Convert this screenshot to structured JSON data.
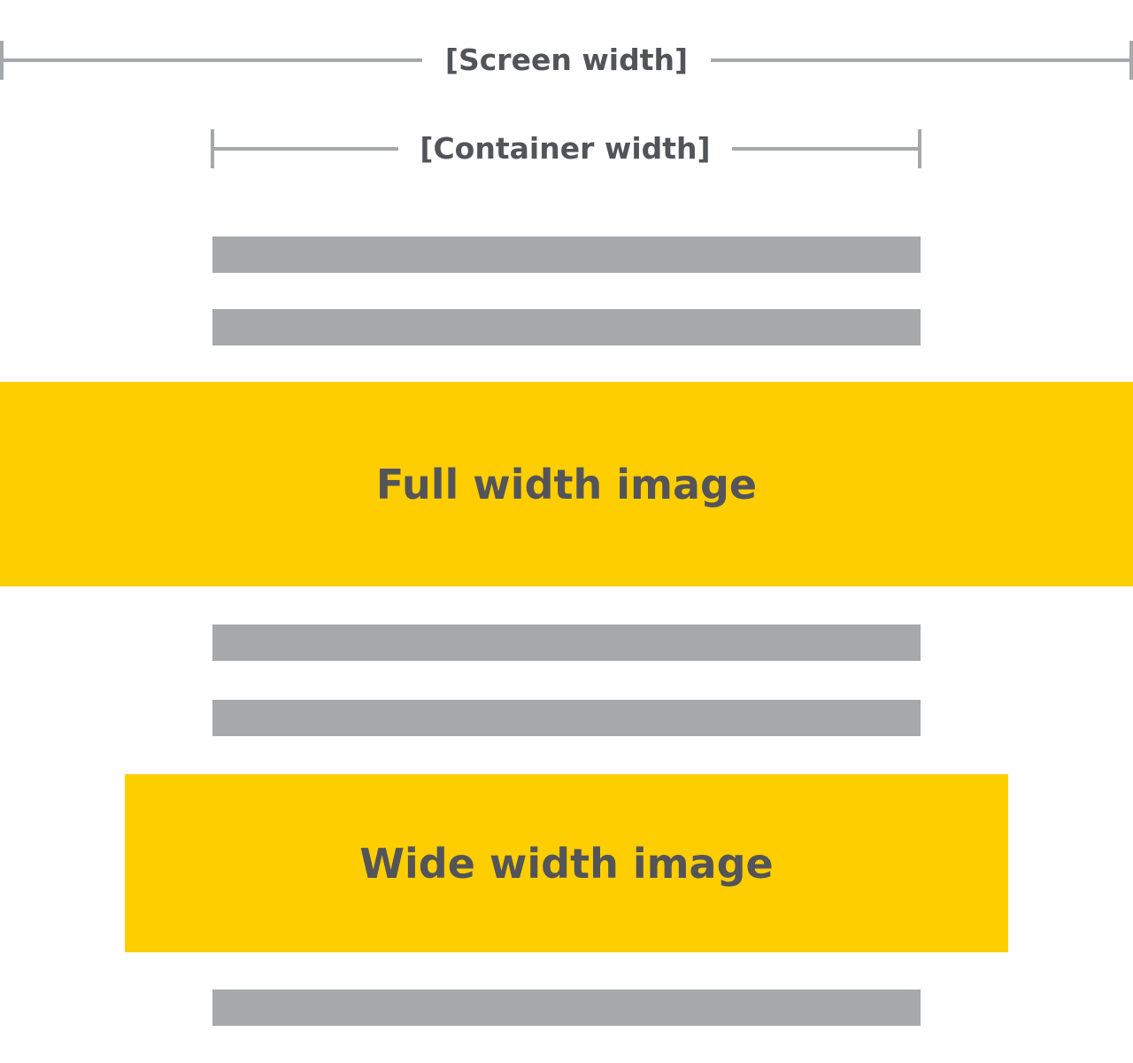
{
  "measurements": {
    "screen": {
      "label": "[Screen width]"
    },
    "container": {
      "label": "[Container width]"
    }
  },
  "images": {
    "full_width": {
      "label": "Full width image"
    },
    "wide_width": {
      "label": "Wide width image"
    }
  },
  "colors": {
    "text": "#53545a",
    "bar": "#a7a8a9",
    "image_fill": "#ffce00",
    "background": "#ffffff"
  }
}
